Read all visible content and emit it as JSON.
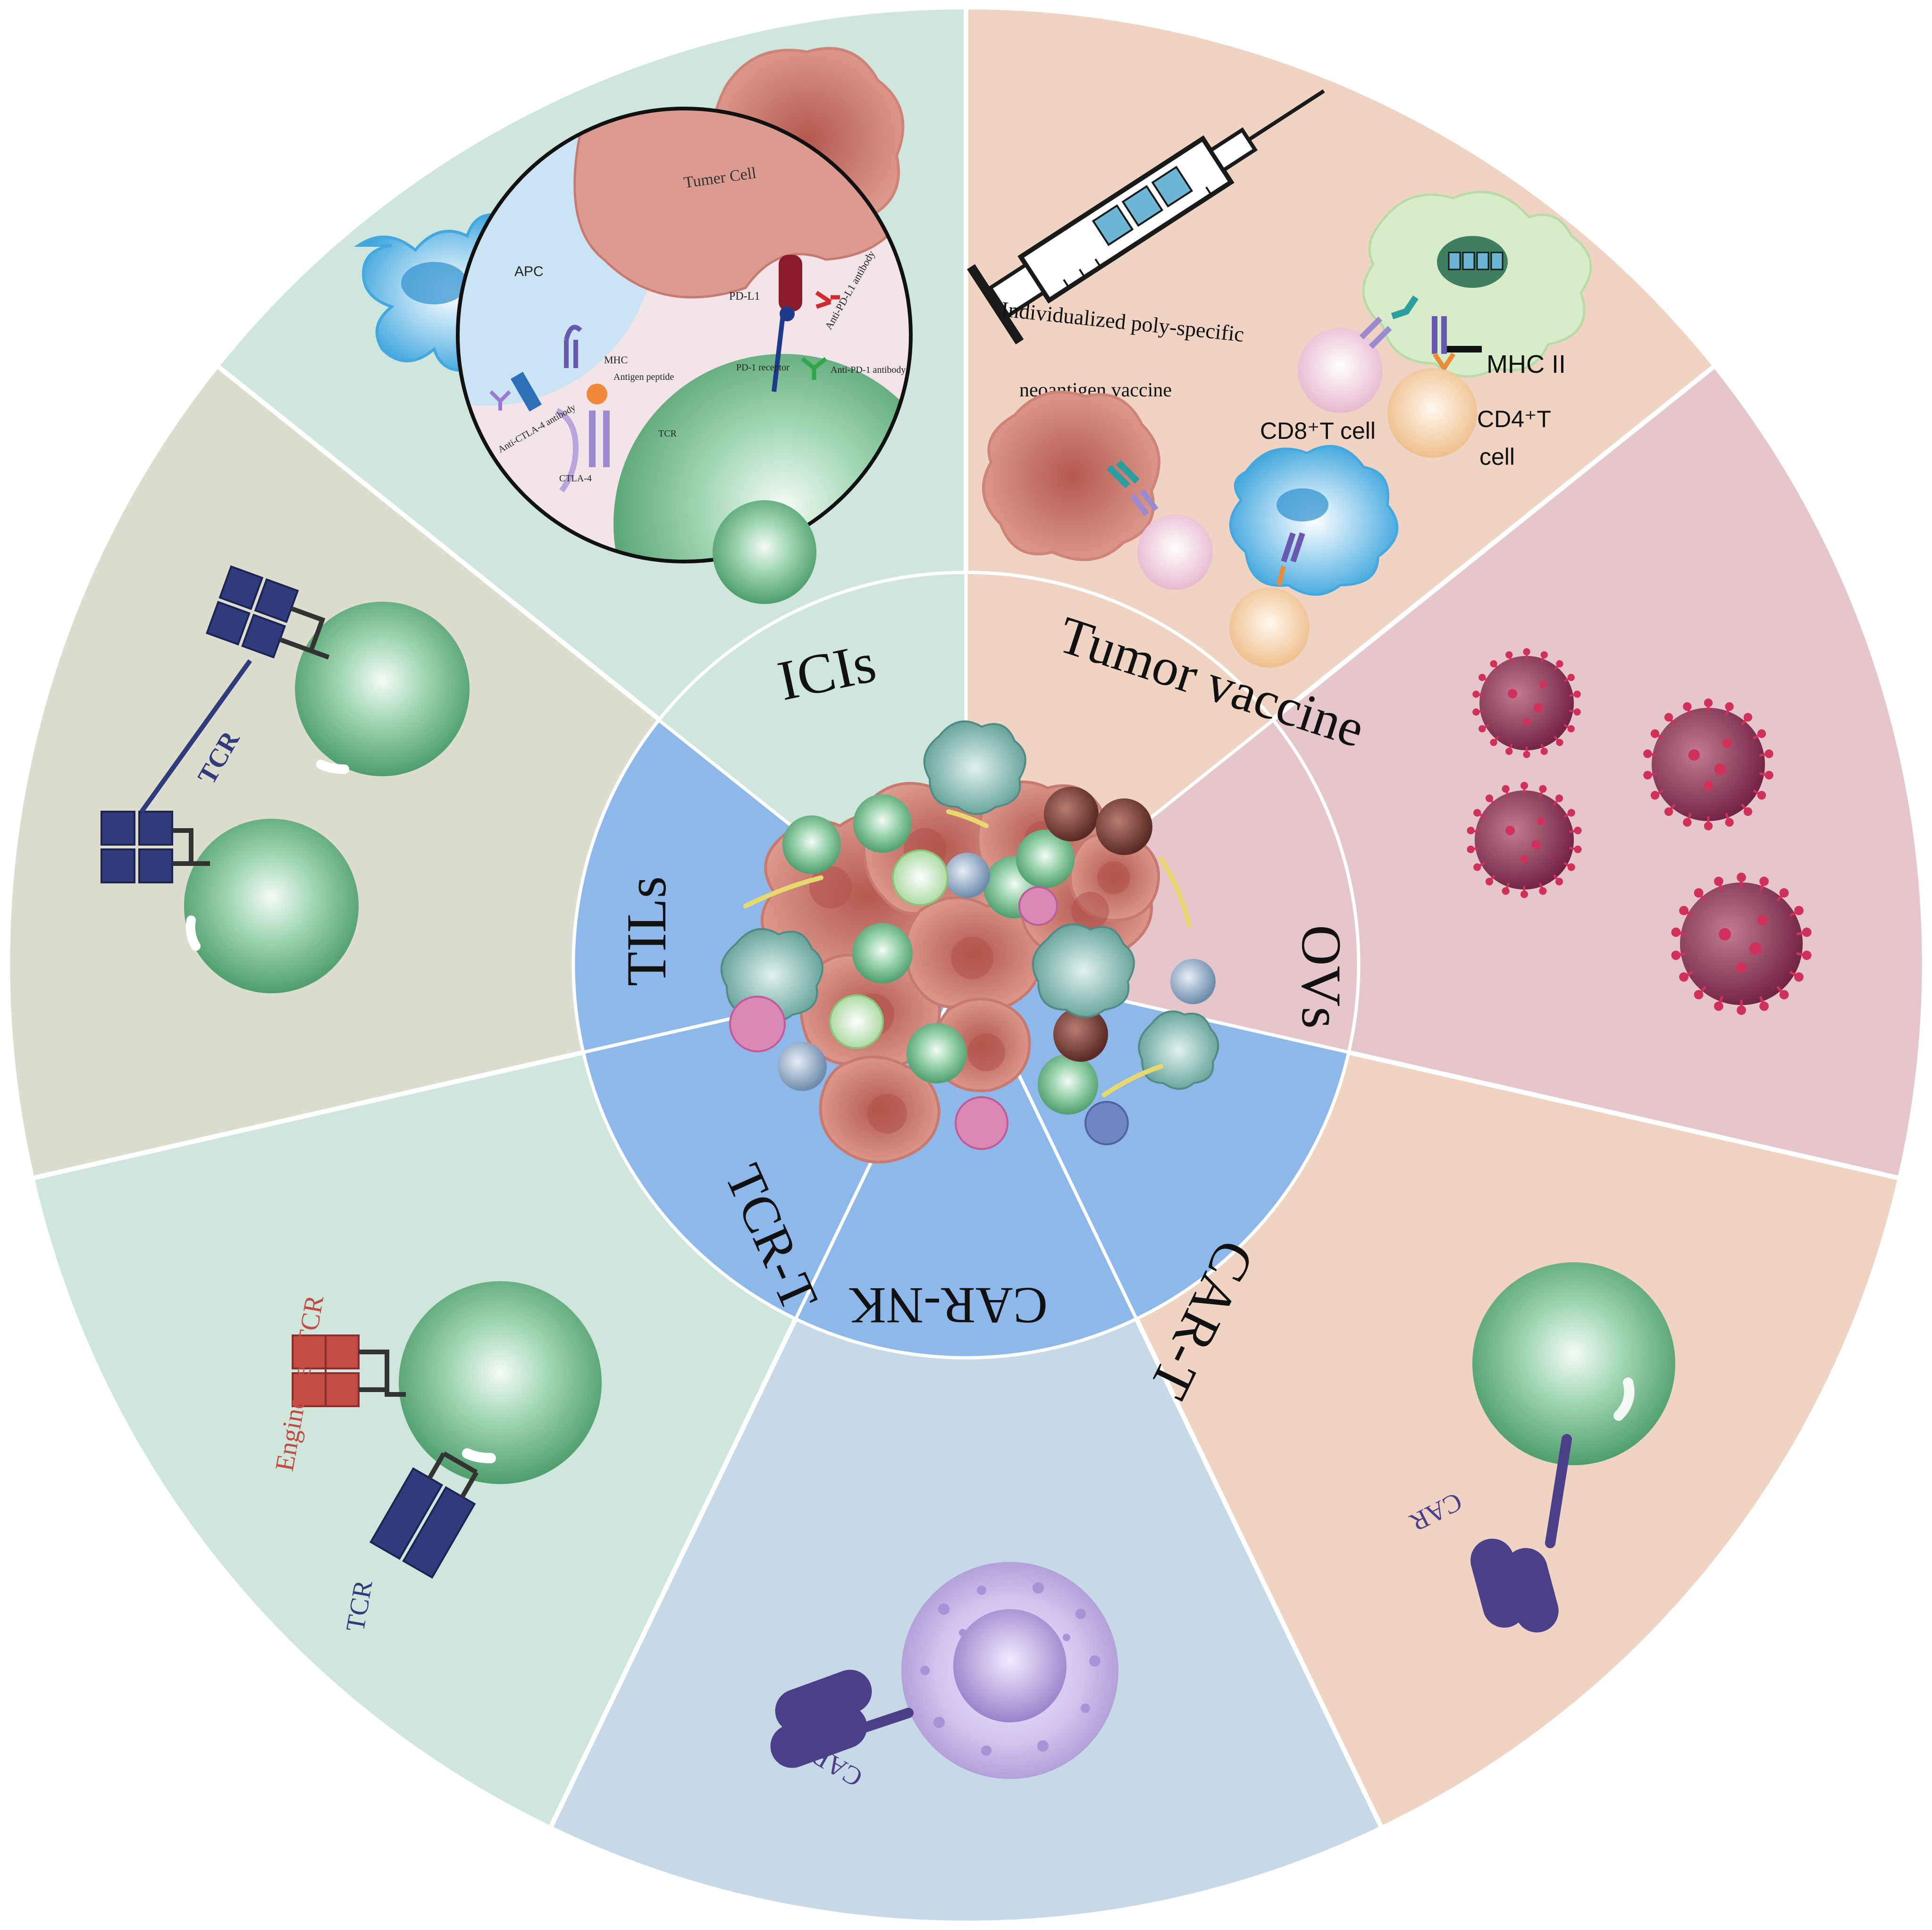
{
  "colors": {
    "ici": "#cfe6dc",
    "vaccine": "#efd3c3",
    "ov": "#e5c6cd",
    "cart": "#efd3c3",
    "carnk": "#c7d8e7",
    "tcrt": "#cfe6dc",
    "til": "#dcdccf",
    "hub": "#8fb8ea",
    "cell_green": "#6ebf8b",
    "tumor": "#c9736a",
    "virus": "#8e3a56",
    "virus_spike": "#d0305a",
    "nk_purple": "#b8a3da",
    "car": "#4b3f8a",
    "tcr": "#2f3b7a",
    "engineered_tcr": "#c44a44"
  },
  "segments": {
    "ici": "ICIs",
    "vaccine": "Tumor vaccine",
    "ov": "OVs",
    "cart": "CAR-T",
    "carnk": "CAR-NK",
    "tcrt": "TCR-T",
    "til": "TILs"
  },
  "ici_panel": {
    "tumor_cell": "Tumer Cell",
    "apc": "APC",
    "pdl1": "PD-L1",
    "anti_pdl1": "Anti-PD-L1 antibody",
    "mhc": "MHC",
    "antigen_peptide": "Antigen peptide",
    "pd1_receptor": "PD-1 receptor",
    "anti_pd1": "Anti-PD-1 antibody",
    "anti_ctla4": "Anti-CTLA-4 antibody",
    "tcr": "TCR",
    "ctla4": "CTLA-4"
  },
  "vaccine_panel": {
    "vaccine_line1": "Individualized poly-specific",
    "vaccine_line2": "neoantigen vaccine",
    "mhc2": "MHC II",
    "cd8": "CD8⁺T  cell",
    "cd4_line1": "CD4⁺T",
    "cd4_line2": "cell"
  },
  "til_panel": {
    "tcr": "TCR"
  },
  "tcrt_panel": {
    "engineered_tcr": "Engineered TCR",
    "tcr": "TCR"
  },
  "carnk_panel": {
    "car": "CAR"
  },
  "cart_panel": {
    "car": "CAR"
  }
}
